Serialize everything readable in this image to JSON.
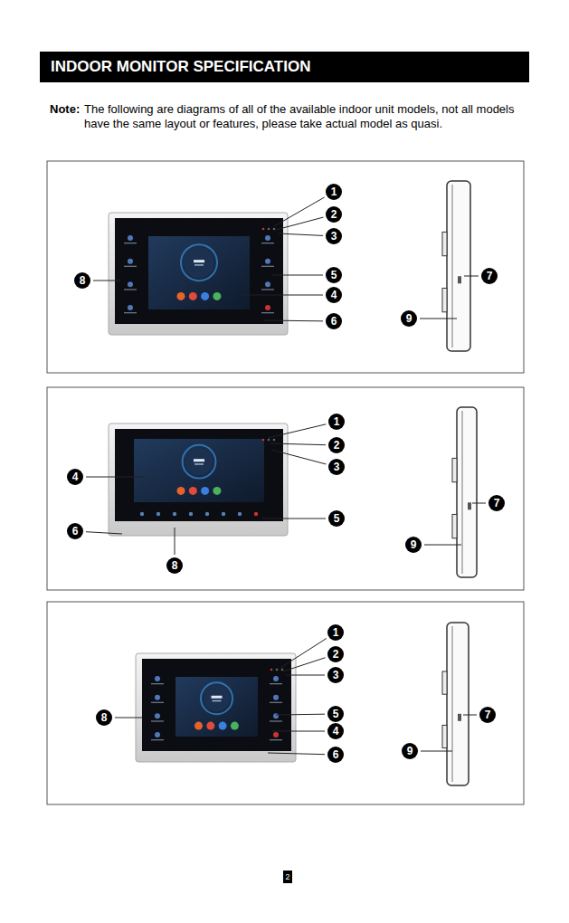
{
  "diagram": {
    "title": "INDOOR MONITOR SPECIFICATION",
    "labels": [
      "Note:",
      "The following are diagrams of all of the available indoor unit models, not all models have the same layout or features, please take actual model as quasi.",
      "1",
      "2",
      "3",
      "8",
      "5",
      "4",
      "6",
      "7",
      "9",
      "1",
      "2",
      "3",
      "4",
      "5",
      "6",
      "8",
      "7",
      "9",
      "1",
      "2",
      "3",
      "8",
      "5",
      "4",
      "6",
      "7",
      "9",
      "2"
    ]
  }
}
